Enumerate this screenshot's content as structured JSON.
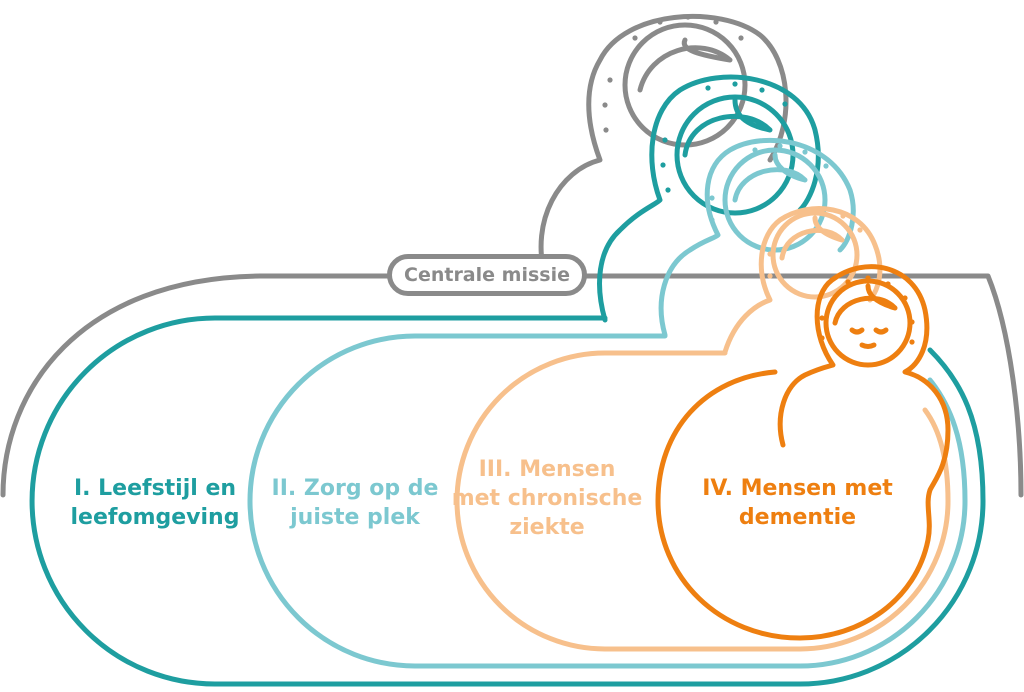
{
  "central_mission": {
    "label": "Centrale missie",
    "color": "#8a8a8a"
  },
  "domains": [
    {
      "lines": [
        "I. Leefstijl en",
        "leefomgeving"
      ],
      "color": "#1e9ea0"
    },
    {
      "lines": [
        "II. Zorg op de",
        "juiste plek"
      ],
      "color": "#7cc8d0"
    },
    {
      "lines": [
        "III. Mensen",
        "met chronische",
        "ziekte"
      ],
      "color": "#f7c08c"
    },
    {
      "lines": [
        "IV. Mensen met",
        "dementie"
      ],
      "color": "#ee7f10"
    }
  ],
  "doll_icon": "matryoshka-doll-icon"
}
